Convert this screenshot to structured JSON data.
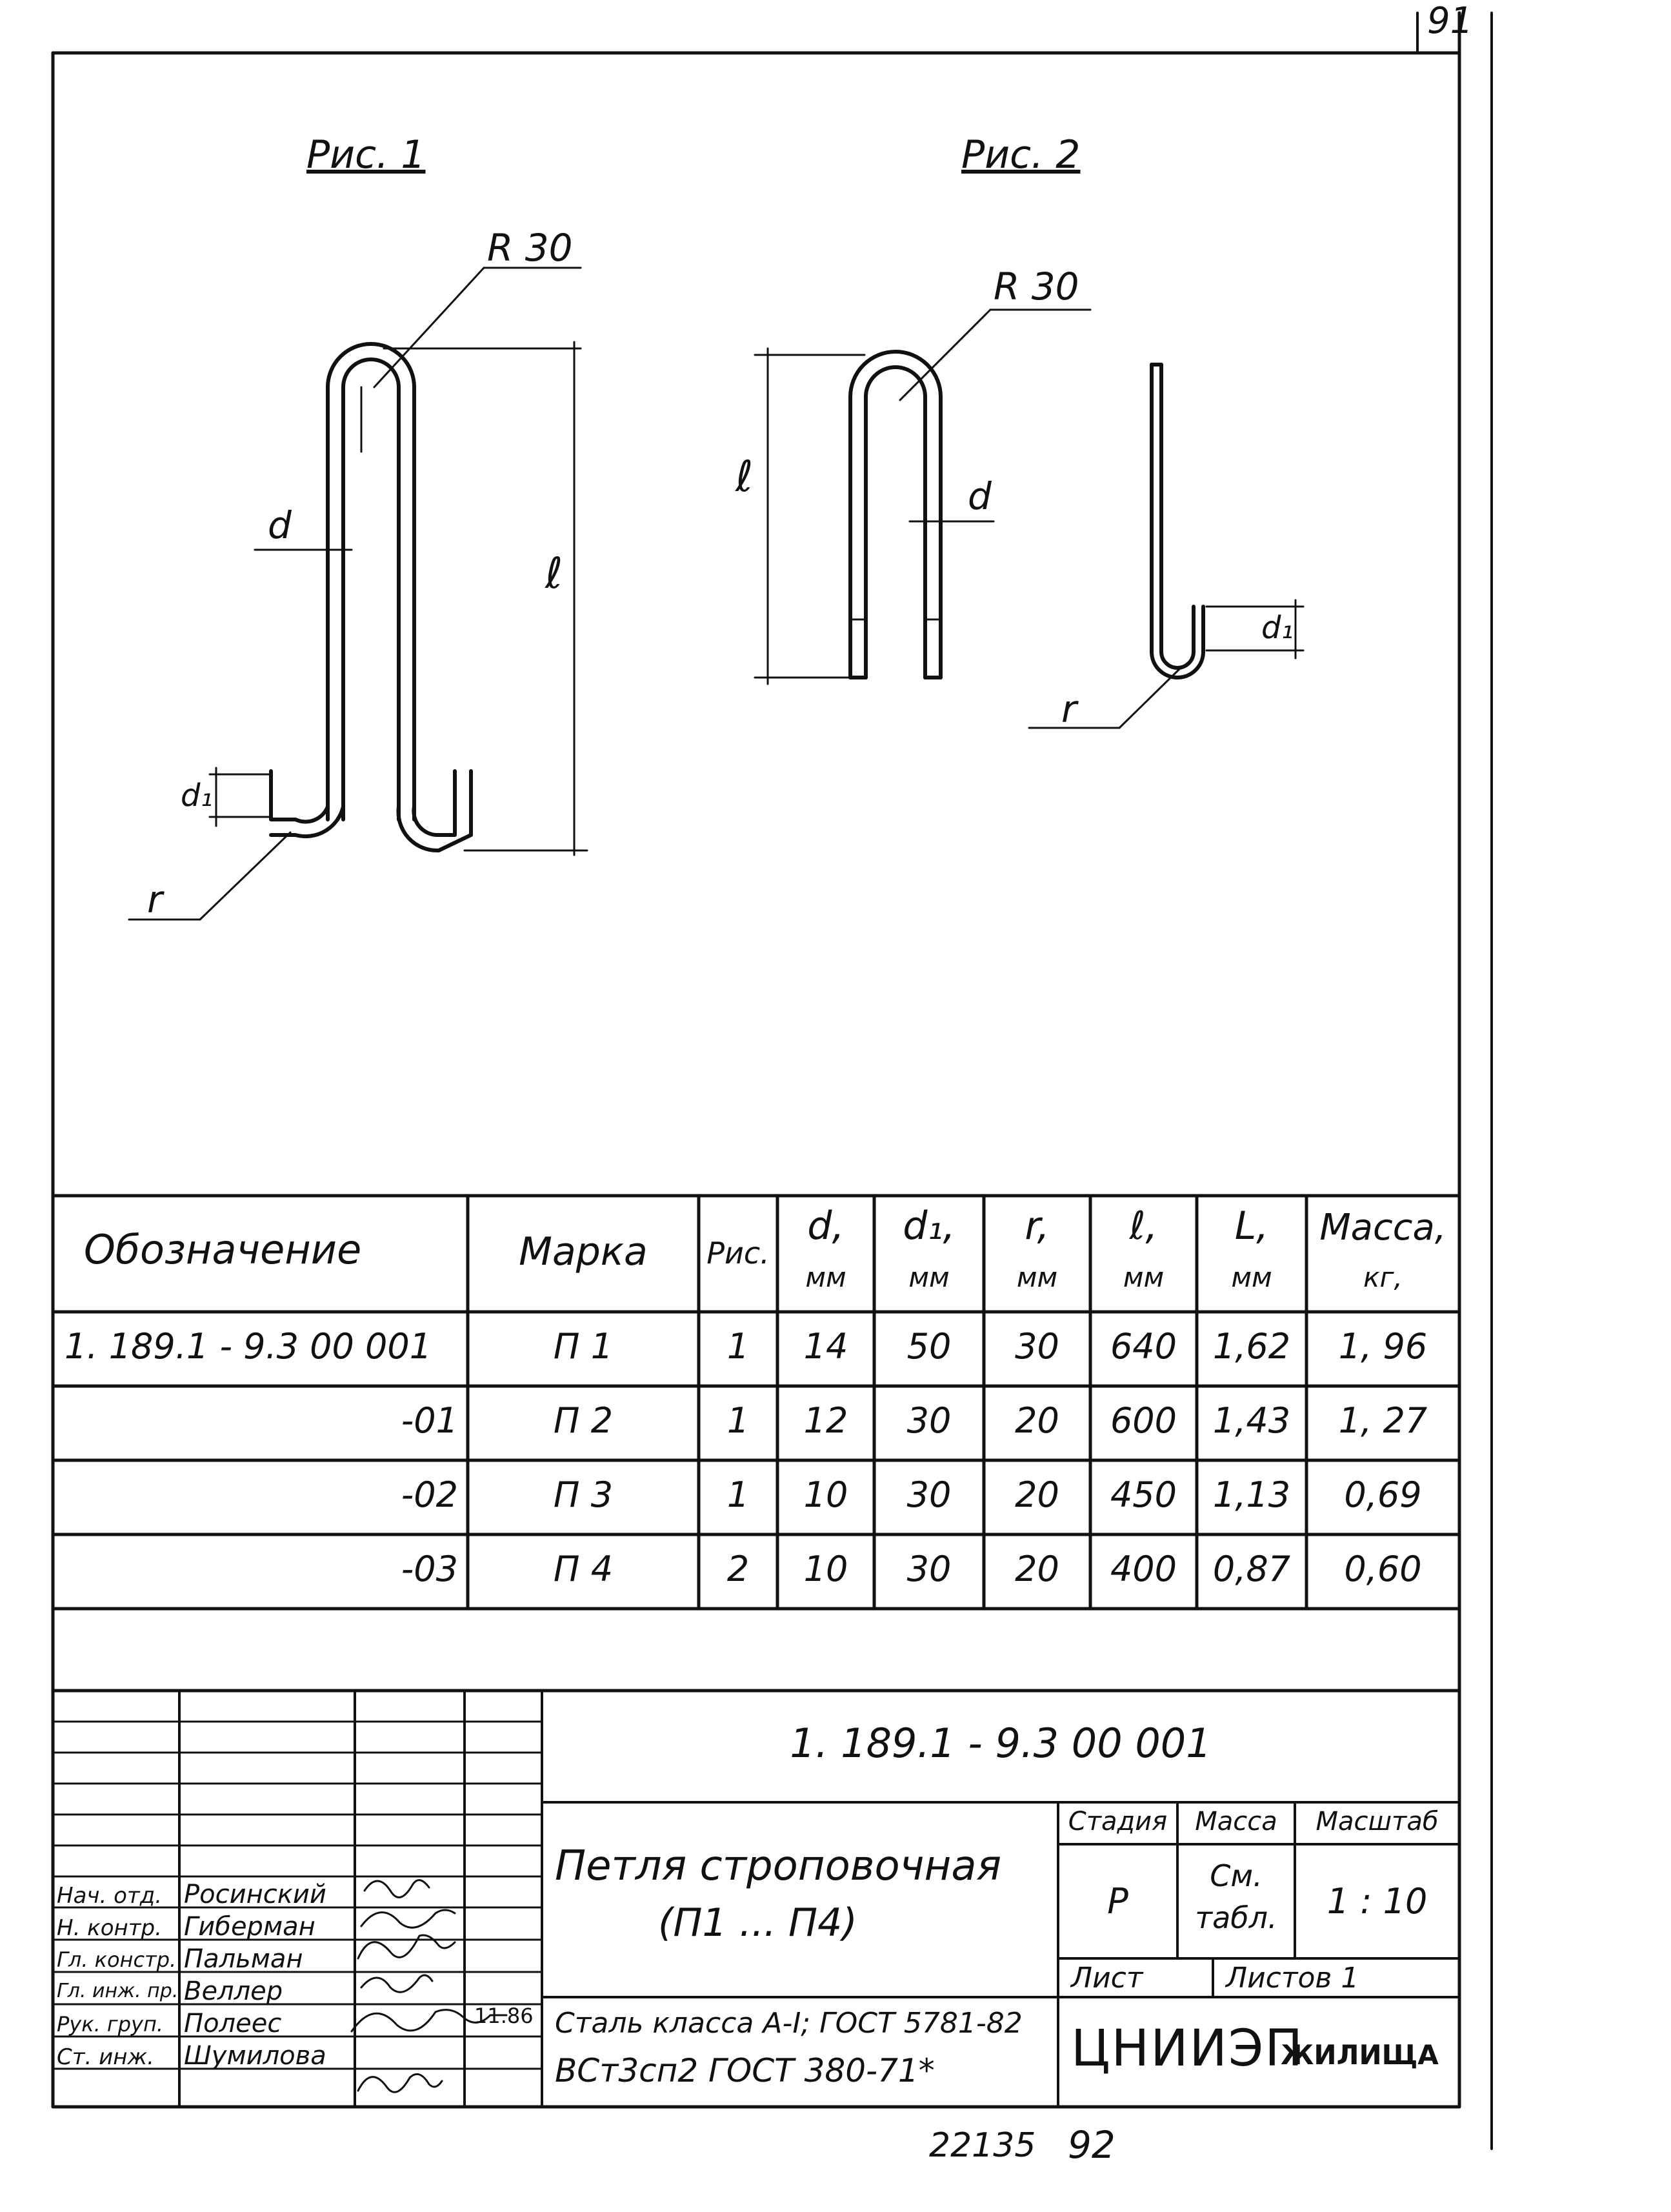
{
  "sheet": {
    "corner_number": "91",
    "bottom_inventory": "22135",
    "bottom_page": "92"
  },
  "figures": {
    "fig1_title": "Рис. 1",
    "fig2_title": "Рис. 2",
    "fig1_labels": {
      "radius": "R 30",
      "d": "d",
      "l": "ℓ",
      "d1": "d₁",
      "r": "r"
    },
    "fig2_labels": {
      "radius": "R 30",
      "d": "d",
      "l": "ℓ",
      "d1": "d₁",
      "r": "r"
    }
  },
  "spec_table": {
    "headers": [
      {
        "top": "Обозначение",
        "unit": ""
      },
      {
        "top": "Марка",
        "unit": ""
      },
      {
        "top": "Рис.",
        "unit": ""
      },
      {
        "top": "d,",
        "unit": "мм"
      },
      {
        "top": "d₁,",
        "unit": "мм"
      },
      {
        "top": "r,",
        "unit": "мм"
      },
      {
        "top": "ℓ,",
        "unit": "мм"
      },
      {
        "top": "L,",
        "unit": "мм"
      },
      {
        "top": "Масса,",
        "unit": "кг,"
      }
    ],
    "rows": [
      {
        "designation": "1. 189.1 - 9.3 00 001",
        "mark": "П 1",
        "fig": "1",
        "d": "14",
        "d1": "50",
        "r": "30",
        "l": "640",
        "L": "1,62",
        "mass": "1, 96"
      },
      {
        "designation": "-01",
        "mark": "П 2",
        "fig": "1",
        "d": "12",
        "d1": "30",
        "r": "20",
        "l": "600",
        "L": "1,43",
        "mass": "1, 27"
      },
      {
        "designation": "-02",
        "mark": "П 3",
        "fig": "1",
        "d": "10",
        "d1": "30",
        "r": "20",
        "l": "450",
        "L": "1,13",
        "mass": "0,69"
      },
      {
        "designation": "-03",
        "mark": "П 4",
        "fig": "2",
        "d": "10",
        "d1": "30",
        "r": "20",
        "l": "400",
        "L": "0,87",
        "mass": "0,60"
      }
    ]
  },
  "title_block": {
    "doc_code": "1. 189.1 - 9.3   00  001",
    "title_line1": "Петля строповочная",
    "title_line2": "(П1 ... П4)",
    "material_line1": "Сталь класса А-I; ГОСТ 5781-82",
    "material_line2": "ВСт3сп2  ГОСТ 380-71*",
    "stage_label": "Стадия",
    "mass_label": "Масса",
    "scale_label": "Масштаб",
    "stage_value": "Р",
    "mass_value_line1": "См.",
    "mass_value_line2": "табл.",
    "scale_value": "1 : 10",
    "sheet_label": "Лист",
    "sheets_label": "Листов  1",
    "org_main": "ЦНИИЭП",
    "org_sub": "ЖИЛИЩА",
    "date": "11.86",
    "signatories": [
      {
        "role": "Нач. отд.",
        "name": "Росинский"
      },
      {
        "role": "Н. контр.",
        "name": "Гиберман"
      },
      {
        "role": "Гл. констр.",
        "name": "Пальман"
      },
      {
        "role": "Гл. инж. пр.",
        "name": "Веллер"
      },
      {
        "role": "Рук. груп.",
        "name": "Полеес"
      },
      {
        "role": "Ст. инж.",
        "name": "Шумилова"
      }
    ]
  }
}
